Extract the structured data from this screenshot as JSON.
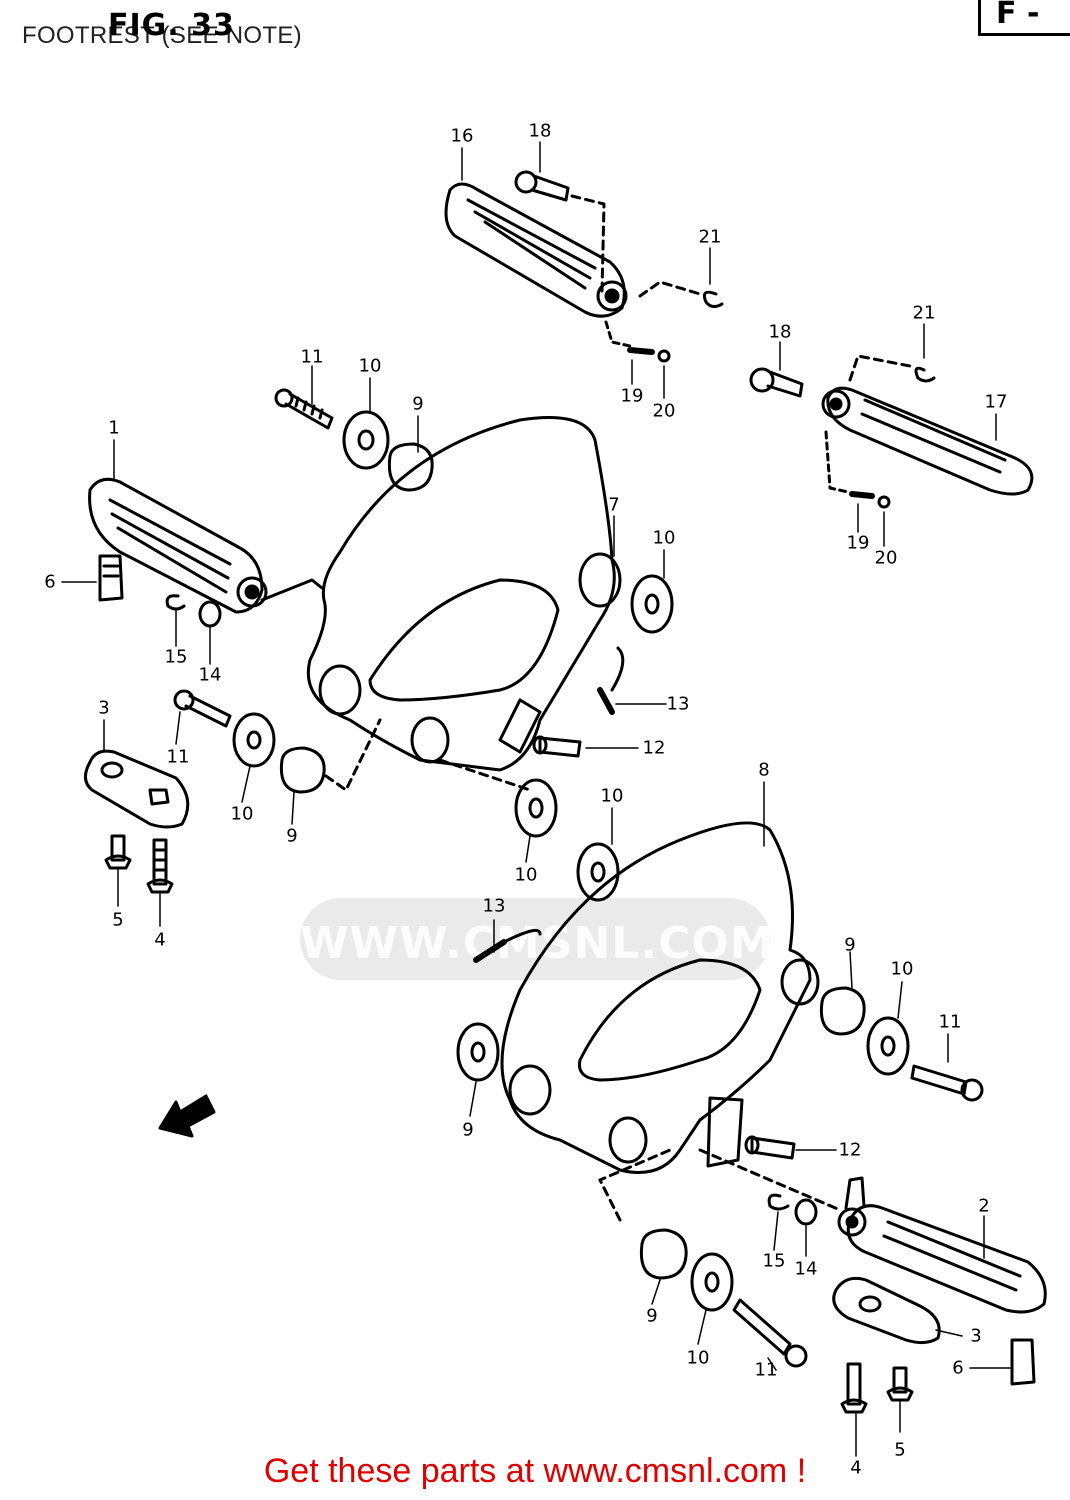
{
  "header": {
    "title": "FOOTREST (SEE NOTE)",
    "fig_label": "FIG. 33",
    "corner_tag": "F -"
  },
  "watermark": {
    "text": "WWW.CMSNL.COM"
  },
  "parts": {
    "labels": [
      "16",
      "18",
      "21",
      "21",
      "18",
      "17",
      "19",
      "20",
      "19",
      "20",
      "11",
      "10",
      "9",
      "1",
      "7",
      "10",
      "6",
      "15",
      "14",
      "13",
      "3",
      "11",
      "12",
      "10",
      "9",
      "10",
      "10",
      "8",
      "5",
      "4",
      "13",
      "9",
      "10",
      "11",
      "9",
      "12",
      "2",
      "15",
      "14",
      "9",
      "10",
      "11",
      "3",
      "6",
      "4",
      "5"
    ]
  },
  "footer": {
    "banner": "Get these parts at www.cmsnl.com !"
  },
  "colors": {
    "line": "#000000",
    "banner": "#e00000",
    "watermark": "#a0a0a0"
  },
  "icons": {
    "direction_arrow": "front-direction-arrow-icon"
  }
}
